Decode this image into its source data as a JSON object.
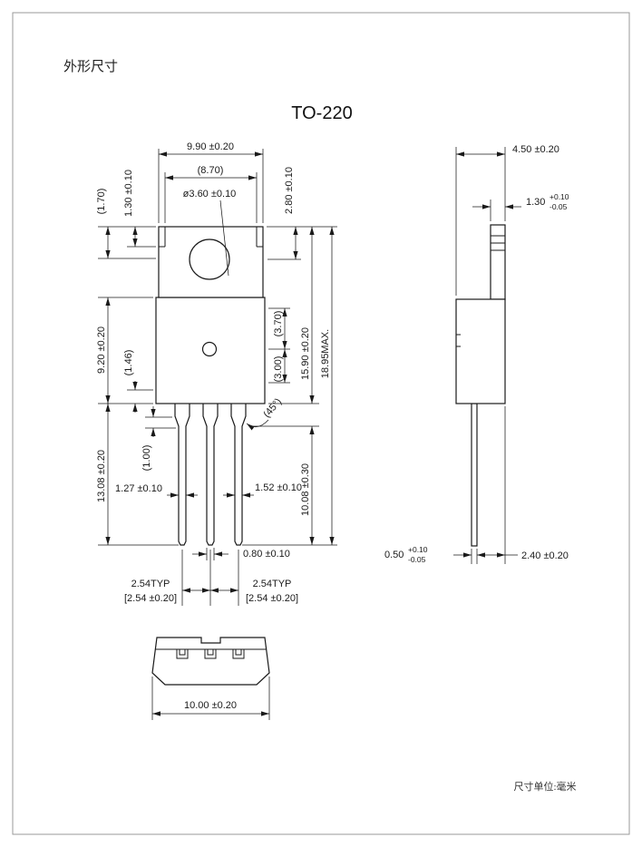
{
  "page": {
    "section_title": "外形尺寸",
    "package_name": "TO-220",
    "unit_note": "尺寸单位:毫米"
  },
  "front_view": {
    "width": "9.90 ±0.20",
    "width_ref": "(8.70)",
    "hole_diameter": "ø3.60 ±0.10",
    "hole_center_to_top": "2.80 ±0.10",
    "step_height": "1.30 ±0.10",
    "step_ref": "(1.70)",
    "body_height": "9.20 ±0.20",
    "shoulder_ref": "(1.46)",
    "chamfer_len_ref": "(1.00)",
    "lead_length": "13.08 ±0.20",
    "upper_ref": "(3.70)",
    "lower_ref": "(3.00)",
    "tab_body_height": "15.90 ±0.20",
    "overall_height": "18.95MAX.",
    "lead_tip_length": "10.08 ±0.30",
    "chamfer_angle": "(45°)",
    "lead_width_left": "1.27 ±0.10",
    "lead_width_right": "1.52 ±0.10",
    "lead_tip_width": "0.80 ±0.10",
    "pitch_left": {
      "line1": "2.54TYP",
      "line2": "[2.54 ±0.20]"
    },
    "pitch_right": {
      "line1": "2.54TYP",
      "line2": "[2.54 ±0.20]"
    }
  },
  "side_view": {
    "thickness": "4.50 ±0.20",
    "tab_thickness": {
      "base": "1.30",
      "plus": "+0.10",
      "minus": "-0.05"
    },
    "lead_thickness": {
      "base": "0.50",
      "plus": "+0.10",
      "minus": "-0.05"
    },
    "lead_offset": "2.40 ±0.20"
  },
  "bottom_view": {
    "width": "10.00 ±0.20"
  }
}
